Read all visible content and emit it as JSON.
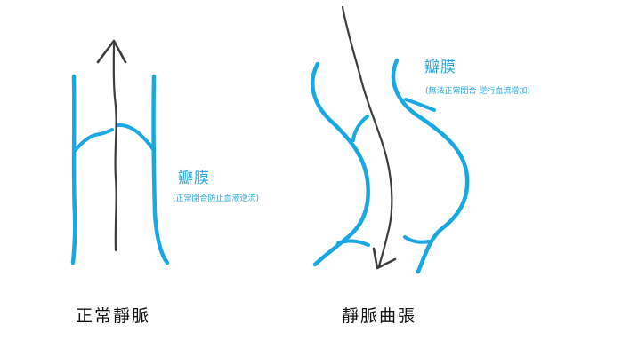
{
  "normal_vein": {
    "valve_label": "瓣膜",
    "valve_note": "(正常閉合防止血液逆流)",
    "caption": "正常靜脈"
  },
  "varicose_vein": {
    "valve_label": "瓣膜",
    "valve_note": "(無法正常閉合 逆行血流增加)",
    "caption": "靜脈曲張"
  },
  "colors": {
    "vein_wall": "#19a8e4",
    "blood_flow_arrow": "#3d3d3d",
    "label": "#2aa8e0",
    "caption": "#111111"
  }
}
